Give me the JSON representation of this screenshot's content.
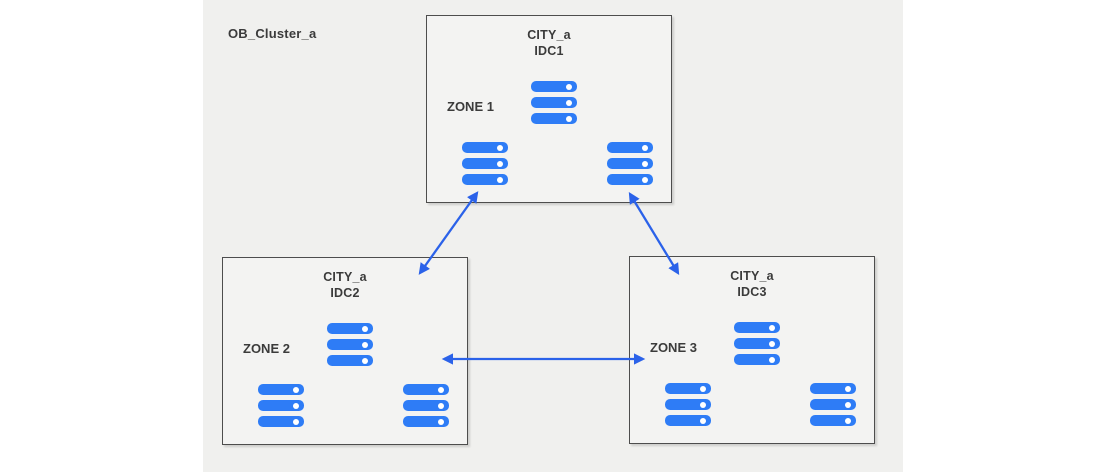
{
  "cluster": {
    "label": "OB_Cluster_a"
  },
  "idcs": [
    {
      "city": "CITY_a",
      "idc": "IDC1",
      "zone": "ZONE 1",
      "server_stacks": 3,
      "servers_per_stack": 3
    },
    {
      "city": "CITY_a",
      "idc": "IDC2",
      "zone": "ZONE 2",
      "server_stacks": 3,
      "servers_per_stack": 3
    },
    {
      "city": "CITY_a",
      "idc": "IDC3",
      "zone": "ZONE 3",
      "server_stacks": 3,
      "servers_per_stack": 3
    }
  ],
  "connections": [
    {
      "from": "IDC1",
      "to": "IDC2",
      "bidirectional": true
    },
    {
      "from": "IDC1",
      "to": "IDC3",
      "bidirectional": true
    },
    {
      "from": "IDC2",
      "to": "IDC3",
      "bidirectional": true
    }
  ],
  "colors": {
    "server_blue": "#2E7CF6",
    "arrow_blue": "#2B62E9",
    "panel_bg": "#F0F0EE",
    "box_bg": "#F3F3F2",
    "box_border": "#4D4D4D",
    "text": "#3B3B3B"
  }
}
